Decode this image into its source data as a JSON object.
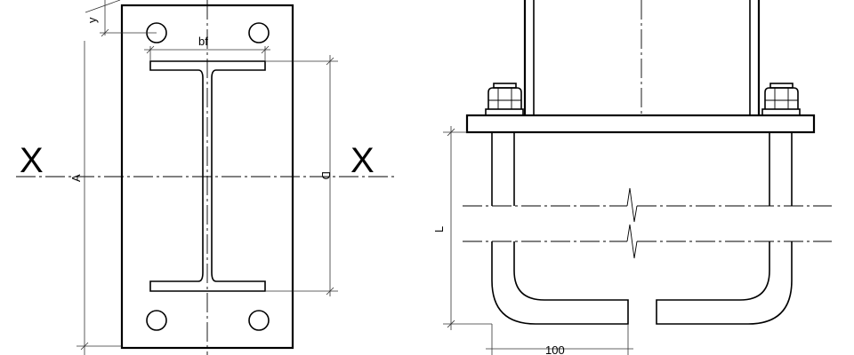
{
  "labels": {
    "bf": "bf",
    "y": "y",
    "x_left": "X",
    "x_right": "X",
    "a": "A",
    "d": "D",
    "l": "L",
    "dim_100": "100"
  }
}
